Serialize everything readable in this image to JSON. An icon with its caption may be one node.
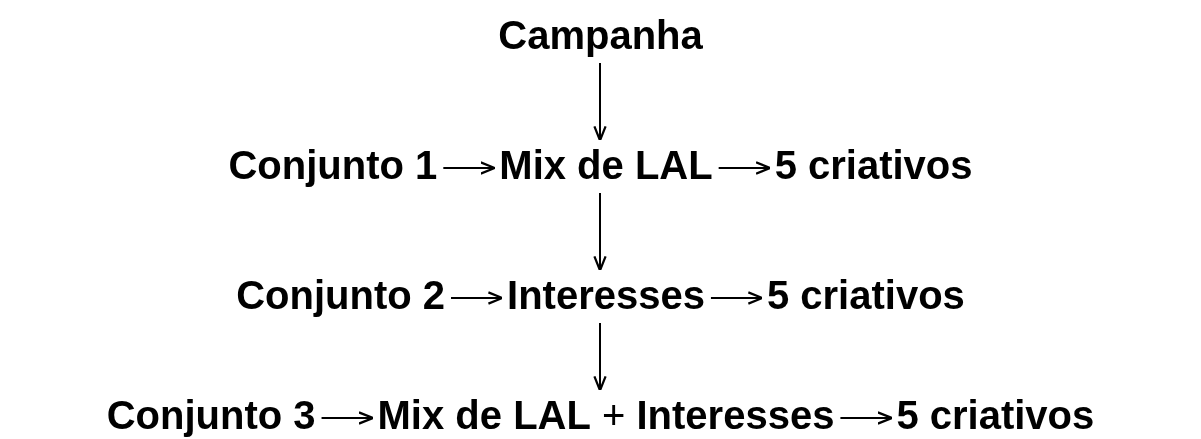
{
  "diagram": {
    "nodes": [
      {
        "text": [
          "Campanha"
        ]
      },
      {
        "text": [
          "Conjunto 1"
        ]
      },
      {
        "text": [
          "Mix de LAL"
        ]
      },
      {
        "text": [
          "5 criativos"
        ]
      },
      {
        "text": [
          "Conjunto 2"
        ]
      },
      {
        "text": [
          "Interesses"
        ]
      },
      {
        "text": [
          "5 criativos"
        ]
      },
      {
        "text": [
          "Conjunto 3"
        ]
      },
      {
        "text": [
          "**Mix de LAL** + **Interesses**"
        ]
      },
      {
        "text": [
          "5 criativos"
        ]
      }
    ],
    "edges": [
      {
        "from": 0,
        "to": 2,
        "arrow": "to"
      },
      {
        "from": 1,
        "to": 2,
        "arrow": "to"
      },
      {
        "from": 2,
        "to": 3,
        "arrow": "to"
      },
      {
        "from": 2,
        "to": 5,
        "arrow": "to"
      },
      {
        "from": 4,
        "to": 5,
        "arrow": "to"
      },
      {
        "from": 5,
        "to": 6,
        "arrow": "to"
      },
      {
        "from": 5,
        "to": 8,
        "arrow": "to"
      },
      {
        "from": 7,
        "to": 8,
        "arrow": "to"
      },
      {
        "from": 8,
        "to": 9,
        "arrow": "to"
      }
    ]
  }
}
